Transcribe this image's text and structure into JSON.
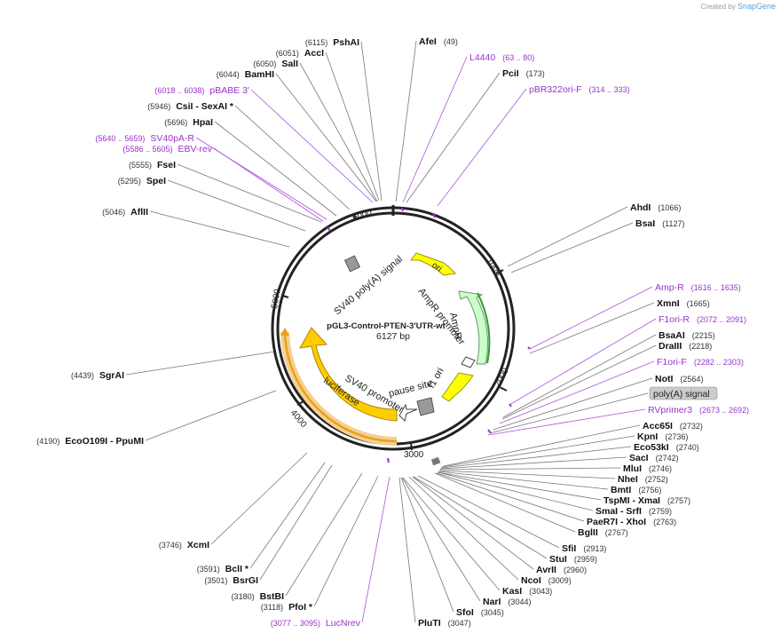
{
  "credit": {
    "created_by": "Created by",
    "brand": "SnapGene"
  },
  "plasmid": {
    "name": "pGL3-Control-PTEN-3'UTR-wt",
    "length": "6127 bp"
  },
  "ticks": [
    "1000",
    "2000",
    "3000",
    "4000",
    "5000",
    "6000"
  ],
  "features": [
    {
      "name": "SV40 poly(A) signal",
      "color": "#999999"
    },
    {
      "name": "ori",
      "color": "#ffff00"
    },
    {
      "name": "AmpR promoter",
      "color": "#d8f5d8"
    },
    {
      "name": "AmpR",
      "color": "#ccffcc"
    },
    {
      "name": "f1 ori",
      "color": "#ffff00"
    },
    {
      "name": "pause site",
      "color": "#999999"
    },
    {
      "name": "SV40 promoter",
      "color": "#ffffff"
    },
    {
      "name": "luciferase",
      "color": "#ffcc00"
    }
  ],
  "labels": [
    {
      "name": "PshAI",
      "pos": "(6115)",
      "kind": "enzyme",
      "side": "left"
    },
    {
      "name": "AccI",
      "pos": "(6051)",
      "kind": "enzyme",
      "side": "left"
    },
    {
      "name": "SalI",
      "pos": "(6050)",
      "kind": "enzyme",
      "side": "left"
    },
    {
      "name": "BamHI",
      "pos": "(6044)",
      "kind": "enzyme",
      "side": "left"
    },
    {
      "name": "pBABE 3'",
      "pos": "(6018 .. 6038)",
      "kind": "primer",
      "side": "left"
    },
    {
      "name": "CsiI  - SexAI *",
      "pos": "(5946)",
      "kind": "enzyme",
      "side": "left"
    },
    {
      "name": "HpaI",
      "pos": "(5696)",
      "kind": "enzyme",
      "side": "left"
    },
    {
      "name": "SV40pA-R",
      "pos": "(5640 .. 5659)",
      "kind": "primer",
      "side": "left"
    },
    {
      "name": "EBV-rev",
      "pos": "(5586 .. 5605)",
      "kind": "primer",
      "side": "left"
    },
    {
      "name": "FseI",
      "pos": "(5555)",
      "kind": "enzyme",
      "side": "left"
    },
    {
      "name": "SpeI",
      "pos": "(5295)",
      "kind": "enzyme",
      "side": "left"
    },
    {
      "name": "AflII",
      "pos": "(5046)",
      "kind": "enzyme",
      "side": "left"
    },
    {
      "name": "SgrAI",
      "pos": "(4439)",
      "kind": "enzyme",
      "side": "left"
    },
    {
      "name": "EcoO109I   - PpuMI",
      "pos": "(4190)",
      "kind": "enzyme",
      "side": "left"
    },
    {
      "name": "XcmI",
      "pos": "(3746)",
      "kind": "enzyme",
      "side": "left"
    },
    {
      "name": "BclI *",
      "pos": "(3591)",
      "kind": "enzyme",
      "side": "left"
    },
    {
      "name": "BsrGI",
      "pos": "(3501)",
      "kind": "enzyme",
      "side": "left"
    },
    {
      "name": "BstBI",
      "pos": "(3180)",
      "kind": "enzyme",
      "side": "left"
    },
    {
      "name": "PfoI *",
      "pos": "(3118)",
      "kind": "enzyme",
      "side": "left"
    },
    {
      "name": "LucNrev",
      "pos": "(3077 .. 3095)",
      "kind": "primer",
      "side": "left"
    },
    {
      "name": "AfeI",
      "pos": "(49)",
      "kind": "enzyme",
      "side": "right"
    },
    {
      "name": "L4440",
      "pos": "(63 .. 80)",
      "kind": "primer",
      "side": "right"
    },
    {
      "name": "PciI",
      "pos": "(173)",
      "kind": "enzyme",
      "side": "right"
    },
    {
      "name": "pBR322ori-F",
      "pos": "(314 .. 333)",
      "kind": "primer",
      "side": "right"
    },
    {
      "name": "AhdI",
      "pos": "(1066)",
      "kind": "enzyme",
      "side": "right"
    },
    {
      "name": "BsaI",
      "pos": "(1127)",
      "kind": "enzyme",
      "side": "right"
    },
    {
      "name": "Amp-R",
      "pos": "(1616 .. 1635)",
      "kind": "primer",
      "side": "right"
    },
    {
      "name": "XmnI",
      "pos": "(1665)",
      "kind": "enzyme",
      "side": "right"
    },
    {
      "name": "F1ori-R",
      "pos": "(2072 .. 2091)",
      "kind": "primer",
      "side": "right"
    },
    {
      "name": "BsaAI",
      "pos": "(2215)",
      "kind": "enzyme",
      "side": "right"
    },
    {
      "name": "DraIII",
      "pos": "(2218)",
      "kind": "enzyme",
      "side": "right"
    },
    {
      "name": "F1ori-F",
      "pos": "(2282 .. 2303)",
      "kind": "primer",
      "side": "right"
    },
    {
      "name": "NotI",
      "pos": "(2564)",
      "kind": "enzyme",
      "side": "right"
    },
    {
      "name": "poly(A) signal",
      "pos": "",
      "kind": "feature",
      "side": "right"
    },
    {
      "name": "RVprimer3",
      "pos": "(2673 .. 2692)",
      "kind": "primer",
      "side": "right"
    },
    {
      "name": "Acc65I",
      "pos": "(2732)",
      "kind": "enzyme",
      "side": "right"
    },
    {
      "name": "KpnI",
      "pos": "(2736)",
      "kind": "enzyme",
      "side": "right"
    },
    {
      "name": "Eco53kI",
      "pos": "(2740)",
      "kind": "enzyme",
      "side": "right"
    },
    {
      "name": "SacI",
      "pos": "(2742)",
      "kind": "enzyme",
      "side": "right"
    },
    {
      "name": "MluI",
      "pos": "(2746)",
      "kind": "enzyme",
      "side": "right"
    },
    {
      "name": "NheI",
      "pos": "(2752)",
      "kind": "enzyme",
      "side": "right"
    },
    {
      "name": "BmtI",
      "pos": "(2756)",
      "kind": "enzyme",
      "side": "right"
    },
    {
      "name": "TspMI  - XmaI",
      "pos": "(2757)",
      "kind": "enzyme",
      "side": "right"
    },
    {
      "name": "SmaI  - SrfI",
      "pos": "(2759)",
      "kind": "enzyme",
      "side": "right"
    },
    {
      "name": "PaeR7I  - XhoI",
      "pos": "(2763)",
      "kind": "enzyme",
      "side": "right"
    },
    {
      "name": "BglII",
      "pos": "(2767)",
      "kind": "enzyme",
      "side": "right"
    },
    {
      "name": "SfiI",
      "pos": "(2913)",
      "kind": "enzyme",
      "side": "right"
    },
    {
      "name": "StuI",
      "pos": "(2959)",
      "kind": "enzyme",
      "side": "right"
    },
    {
      "name": "AvrII",
      "pos": "(2960)",
      "kind": "enzyme",
      "side": "right"
    },
    {
      "name": "NcoI",
      "pos": "(3009)",
      "kind": "enzyme",
      "side": "right"
    },
    {
      "name": "KasI",
      "pos": "(3043)",
      "kind": "enzyme",
      "side": "right"
    },
    {
      "name": "NarI",
      "pos": "(3044)",
      "kind": "enzyme",
      "side": "right"
    },
    {
      "name": "SfoI",
      "pos": "(3045)",
      "kind": "enzyme",
      "side": "right"
    },
    {
      "name": "PluTI",
      "pos": "(3047)",
      "kind": "enzyme",
      "side": "right"
    }
  ]
}
